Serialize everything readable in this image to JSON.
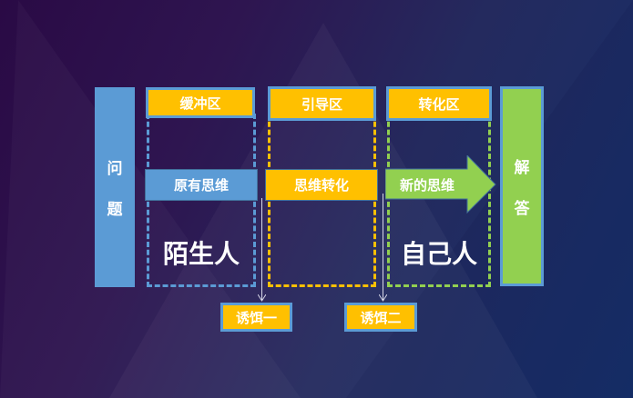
{
  "left_bar": {
    "chars": [
      "问",
      "题"
    ]
  },
  "right_bar": {
    "chars": [
      "解",
      "答"
    ]
  },
  "zones": [
    {
      "label": "缓冲区",
      "color": "#5b9bd5"
    },
    {
      "label": "引导区",
      "color": "#ffc000"
    },
    {
      "label": "转化区",
      "color": "#92d050"
    }
  ],
  "flow": [
    {
      "label": "原有思维",
      "color": "#5b9bd5"
    },
    {
      "label": "思维转化",
      "color": "#ffc000"
    },
    {
      "label": "新的思维",
      "color": "#92d050"
    }
  ],
  "big_labels": {
    "stranger": "陌生人",
    "insider": "自己人"
  },
  "baits": [
    {
      "label": "诱饵一"
    },
    {
      "label": "诱饵二"
    }
  ],
  "colors": {
    "blue": "#5b9bd5",
    "yellow": "#ffc000",
    "green": "#92d050"
  }
}
